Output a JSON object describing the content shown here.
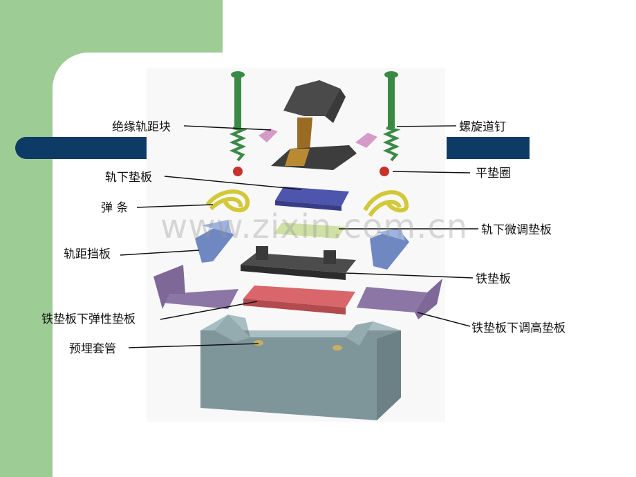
{
  "labels": {
    "insulated_gauge_block": "绝缘轨距块",
    "screw_spike": "螺旋道钉",
    "flat_washer": "平垫圈",
    "rail_pad": "轨下垫板",
    "elastic_clip": "弹 条",
    "rail_fine_adjust_pad": "轨下微调垫板",
    "gauge_baffle_plate": "轨距挡板",
    "iron_baseplate": "铁垫板",
    "elastic_pad_under_baseplate": "铁垫板下弹性垫板",
    "height_adjust_pad_under_baseplate": "铁垫板下调高垫板",
    "embedded_sleeve": "预埋套管"
  },
  "watermark": "www.zixin.com.cn",
  "colors": {
    "left_strip": "#9dcc95",
    "navy_bars": "#0e3a66"
  }
}
